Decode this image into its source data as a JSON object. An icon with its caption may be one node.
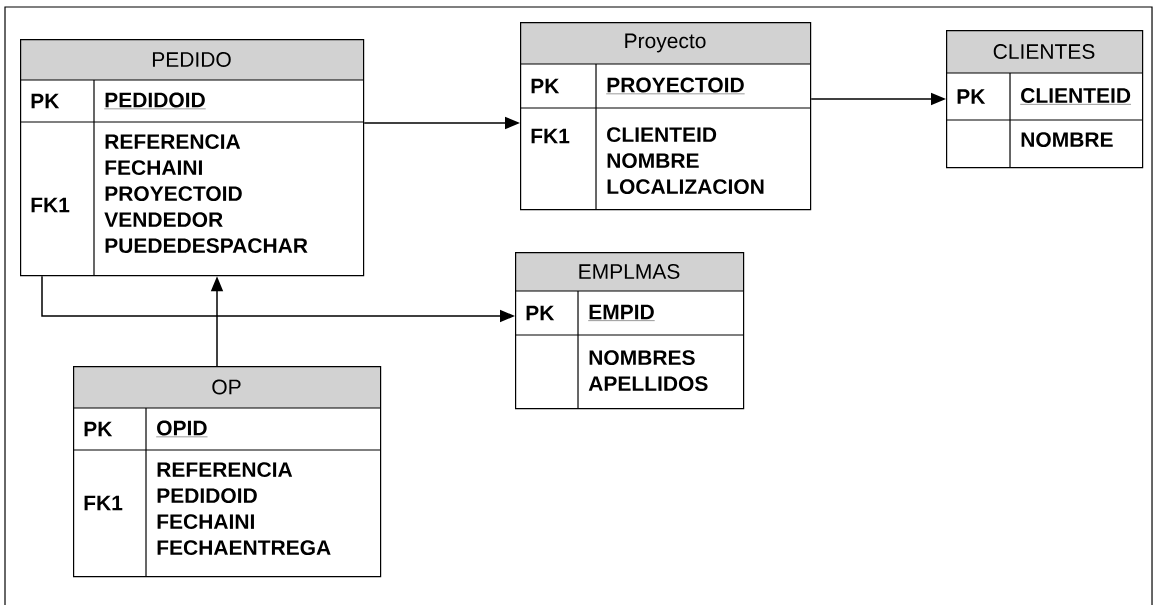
{
  "diagram": {
    "nodes": [
      {
        "text": [
          "PEDIDO",
          "PK",
          "PEDIDOID",
          "FK1",
          "REFERENCIA FECHAINI PROYECTOID VENDEDOR PUEDEDESPACHAR"
        ]
      },
      {
        "text": [
          "Proyecto",
          "PK",
          "PROYECTOID",
          "FK1",
          "CLIENTEID NOMBRE LOCALIZACION"
        ]
      },
      {
        "text": [
          "CLIENTES",
          "PK",
          "CLIENTEID",
          "NOMBRE"
        ]
      },
      {
        "text": [
          "EMPLMAS",
          "PK",
          "EMPID",
          "NOMBRES APELLIDOS"
        ]
      },
      {
        "text": [
          "OP",
          "PK",
          "OPID",
          "FK1",
          "REFERENCIA PEDIDOID FECHAINI FECHAENTREGA"
        ]
      }
    ],
    "edges": [
      {
        "from": 0,
        "to": 1,
        "arrow": "to"
      },
      {
        "from": 1,
        "to": 2,
        "arrow": "to"
      },
      {
        "from": 0,
        "to": 3,
        "arrow": "to"
      },
      {
        "from": 4,
        "to": 0,
        "arrow": "to"
      }
    ]
  }
}
